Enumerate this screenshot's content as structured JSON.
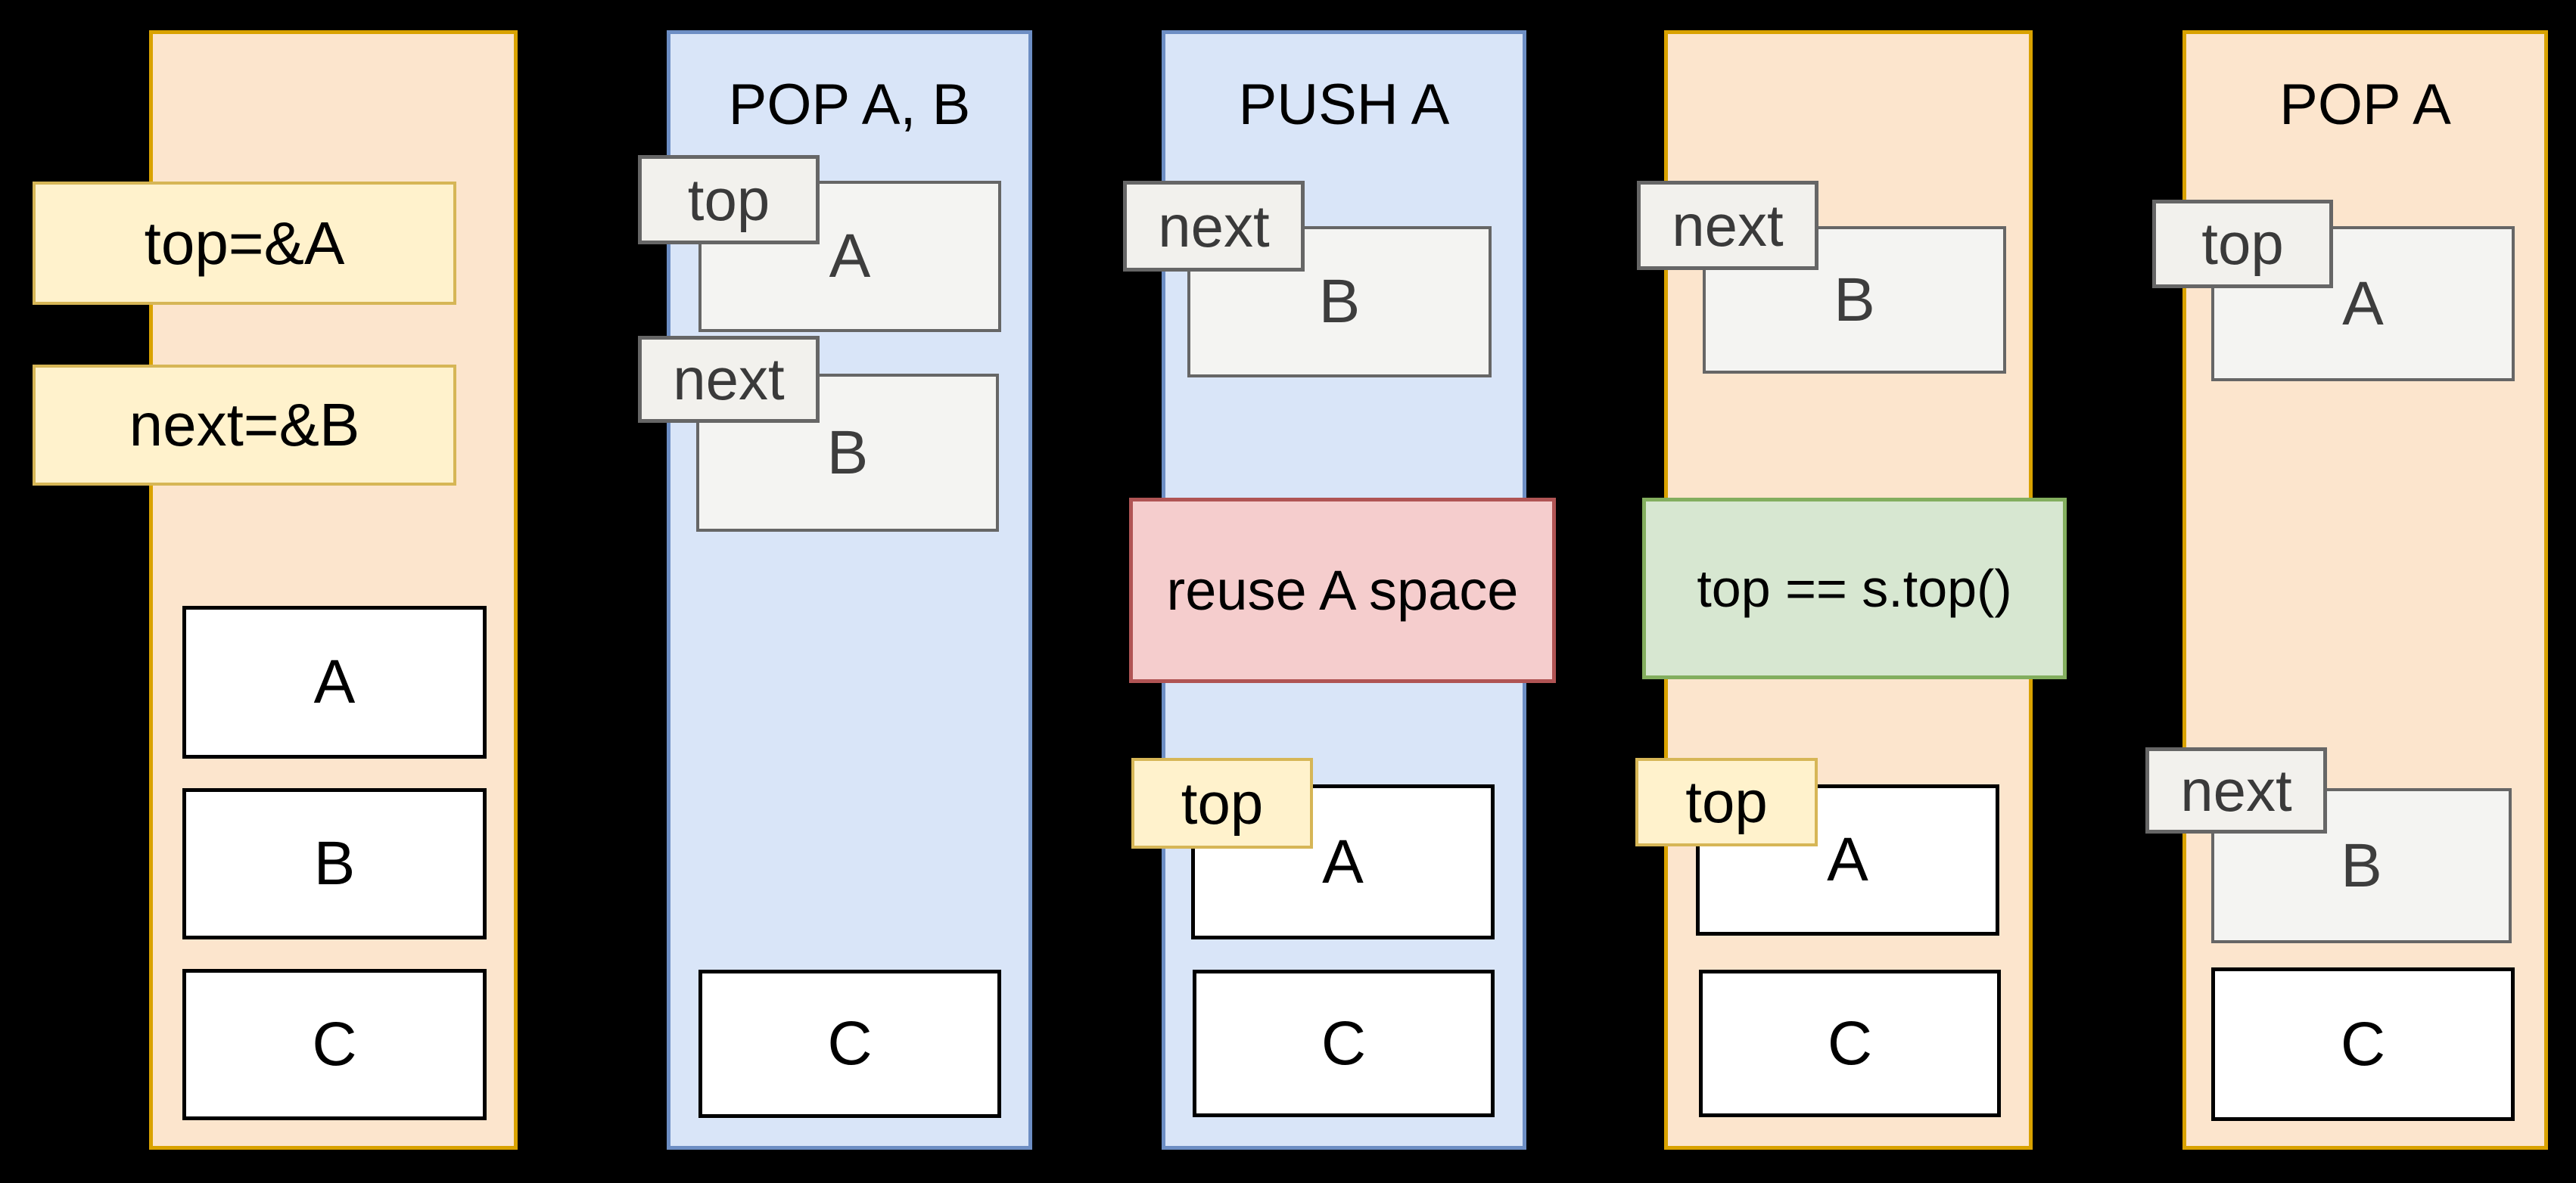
{
  "colors": {
    "background": "#000000",
    "peach_fill": "#fce5cd",
    "peach_border": "#d9a200",
    "blue_fill": "#d9e5f8",
    "blue_border": "#6d8ec4",
    "yellow_tag_fill": "#fff2cc",
    "yellow_tag_border": "#d6b656",
    "gray_tag_fill": "#f2f1ed",
    "gray_tag_border": "#666666",
    "gray_cell_fill": "#f4f4f2",
    "white_cell_fill": "#ffffff",
    "white_cell_border": "#000000",
    "red_note_fill": "#f5cdcd",
    "red_note_border": "#b05454",
    "green_note_fill": "#d7e7d1",
    "green_note_border": "#83ae5e"
  },
  "stage1": {
    "pointer_top": "top=&A",
    "pointer_next": "next=&B",
    "box_a": "A",
    "box_b": "B",
    "box_c": "C"
  },
  "stage2": {
    "title": "POP A, B",
    "tag_top": "top",
    "box_a": "A",
    "tag_next": "next",
    "box_b": "B",
    "box_c": "C"
  },
  "stage3": {
    "title": "PUSH A",
    "tag_next": "next",
    "box_b": "B",
    "note": "reuse A space",
    "tag_top": "top",
    "box_a": "A",
    "box_c": "C"
  },
  "stage4": {
    "tag_next": "next",
    "box_b": "B",
    "note": "top == s.top()",
    "tag_top": "top",
    "box_a": "A",
    "box_c": "C"
  },
  "stage5": {
    "title": "POP A",
    "tag_top": "top",
    "box_a": "A",
    "tag_next": "next",
    "box_b": "B",
    "box_c": "C"
  }
}
